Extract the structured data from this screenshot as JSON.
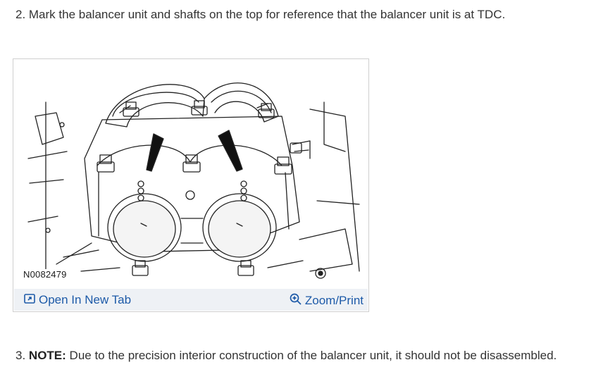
{
  "step_2": {
    "text": "2. Mark the balancer unit and shafts on the top for reference that the balancer unit is at TDC."
  },
  "figure": {
    "image_id": "N0082479",
    "image_icon": "engine-balancer-illustration",
    "open_tab_icon": "open-new-tab-icon",
    "open_tab_label": "Open In New Tab",
    "zoom_icon": "magnifier-plus-icon",
    "zoom_label": "Zoom/Print",
    "link_color": "#1d5aa8",
    "bar_color": "#eef1f5"
  },
  "step_3": {
    "number": "3.",
    "note_label": "NOTE:",
    "text": "Due to the precision interior construction of the balancer unit, it should not be disassembled."
  }
}
